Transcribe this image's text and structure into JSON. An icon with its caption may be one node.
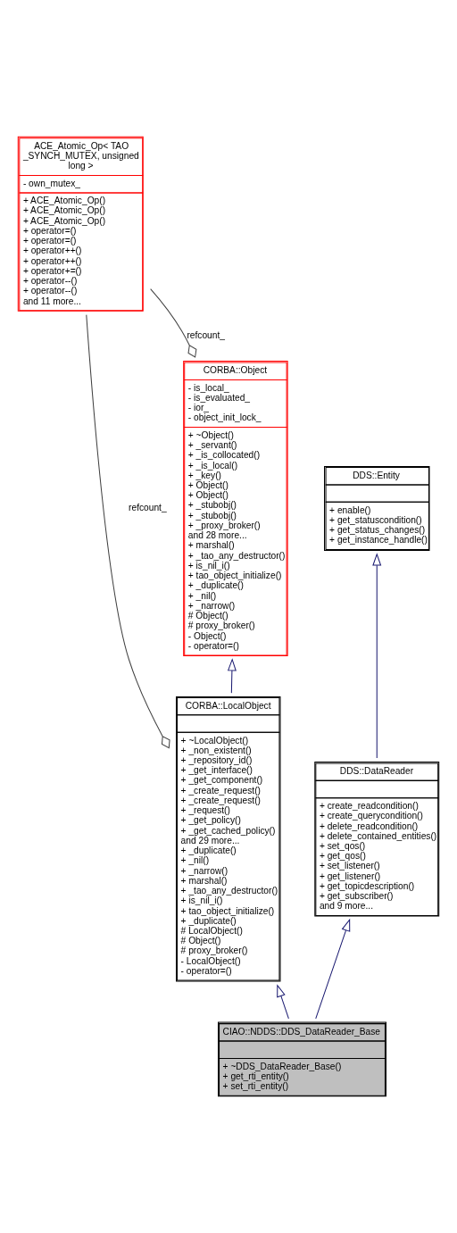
{
  "diagram": {
    "nodes": [
      {
        "text": [
          "ACE_Atomic_Op< TAO _SYNCH_MUTEX, unsigned long >",
          "- own_mutex_",
          "+ ACE_Atomic_Op() + ACE_Atomic_Op() + ACE_Atomic_Op() + operator=() + operator=() + operator++() + operator++() + operator+=() + operator--() + operator--() and 11 more..."
        ]
      },
      {
        "text": [
          "CORBA::Object",
          "- is_local_ - is_evaluated_ - ior_ - object_init_lock_",
          "+ ~Object() + _servant() + _is_collocated() + _is_local() + _key() + Object() + Object() + _stubobj() + _stubobj() + _proxy_broker() and 28 more... + marshal() + _tao_any_destructor() + is_nil_i() + tao_object_initialize() + _duplicate() + _nil() + _narrow() # Object() # proxy_broker() - Object() - operator=()"
        ]
      },
      {
        "text": [
          "DDS::Entity",
          "+ enable() + get_statuscondition() + get_status_changes() + get_instance_handle()"
        ]
      },
      {
        "text": [
          "CORBA::LocalObject",
          "+ ~LocalObject() + _non_existent() + _repository_id() + _get_interface() + _get_component() + _create_request() + _create_request() + _request() + _get_policy() + _get_cached_policy() and 29 more... + _duplicate() + _nil() + _narrow() + marshal() + _tao_any_destructor() + is_nil_i() + tao_object_initialize() + _duplicate() # LocalObject() # Object() # proxy_broker() - LocalObject() - operator=()"
        ]
      },
      {
        "text": [
          "DDS::DataReader",
          "+ create_readcondition() + create_querycondition() + delete_readcondition() + delete_contained_entities() + set_qos() + get_qos() + set_listener() + get_listener() + get_topicdescription() + get_subscriber() and 9 more..."
        ]
      },
      {
        "text": [
          "CIAO::NDDS::DDS_DataReader_Base",
          "+ ~DDS_DataReader_Base() + get_rti_entity() + set_rti_entity()"
        ]
      }
    ],
    "edges": [
      {
        "from": 0,
        "to": 1,
        "arrow": "other",
        "label": "refcount_",
        "color": "#404040"
      },
      {
        "from": 0,
        "to": 3,
        "arrow": "other",
        "label": "refcount_",
        "color": "#404040"
      },
      {
        "from": 3,
        "to": 1,
        "arrow": "to"
      },
      {
        "from": 4,
        "to": 2,
        "arrow": "to"
      },
      {
        "from": 5,
        "to": 4,
        "arrow": "to"
      },
      {
        "from": 5,
        "to": 3,
        "arrow": "to"
      }
    ]
  }
}
